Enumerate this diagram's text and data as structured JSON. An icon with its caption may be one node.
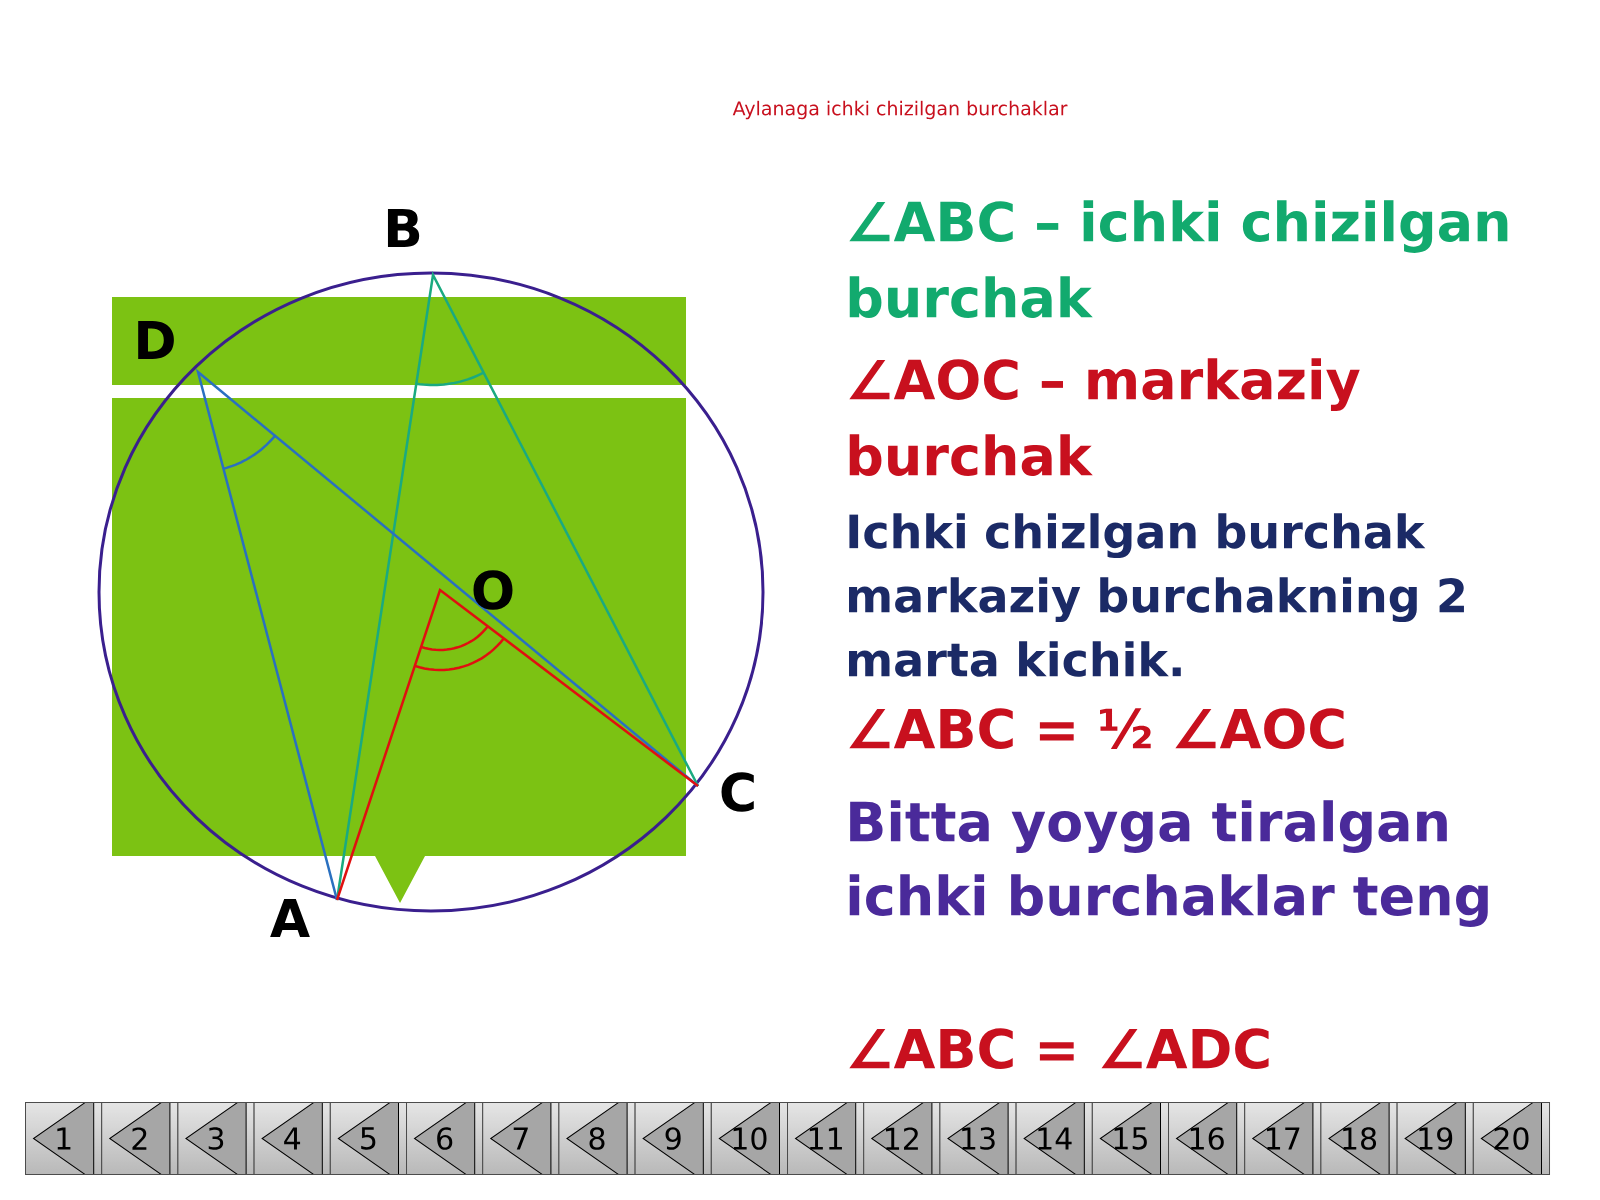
{
  "diagram": {
    "title": "Aylanaga ichki chizilgan burchaklar",
    "nodes": [
      {
        "text": [
          "1"
        ]
      },
      {
        "text": [
          "2"
        ]
      },
      {
        "text": [
          "3"
        ]
      },
      {
        "text": [
          "4"
        ]
      },
      {
        "text": [
          "5"
        ]
      },
      {
        "text": [
          "6"
        ]
      },
      {
        "text": [
          "7"
        ]
      },
      {
        "text": [
          "8"
        ]
      },
      {
        "text": [
          "9"
        ]
      },
      {
        "text": [
          "10"
        ]
      },
      {
        "text": [
          "11"
        ]
      },
      {
        "text": [
          "12"
        ]
      },
      {
        "text": [
          "13"
        ]
      },
      {
        "text": [
          "14"
        ]
      },
      {
        "text": [
          "15"
        ]
      },
      {
        "text": [
          "16"
        ]
      },
      {
        "text": [
          "17"
        ]
      },
      {
        "text": [
          "18"
        ]
      },
      {
        "text": [
          "19"
        ]
      },
      {
        "text": [
          "20"
        ]
      }
    ],
    "labels": [
      "B",
      "D",
      "O",
      "C",
      "A",
      "∠ABC – ichki chizilgan burchak",
      "∠AOC – markaziy burchak",
      "Ichki chizlgan burchak markaziy burchakning 2 marta kichik.",
      "∠ABC = ½ ∠AOC",
      "Bitta yoyga tiralgan ichki burchaklar teng",
      "∠ABC = ∠ADC"
    ]
  }
}
